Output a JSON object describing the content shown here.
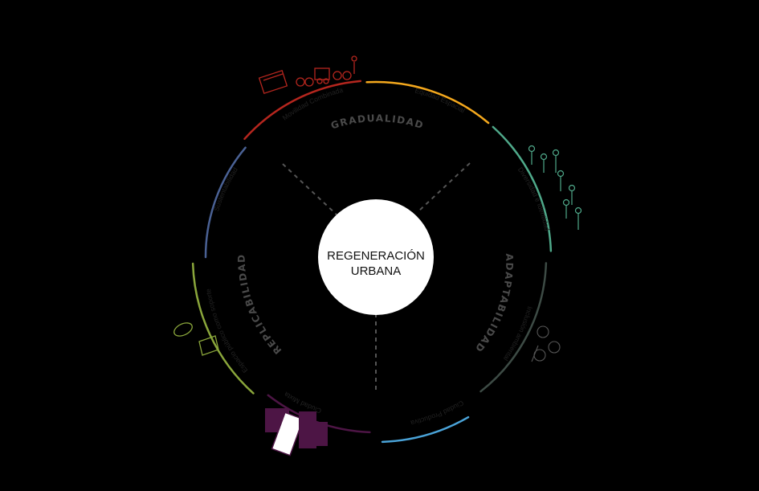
{
  "diagram": {
    "center": {
      "line1": "REGENERACIÓN",
      "line2": "URBANA"
    },
    "axes": [
      {
        "id": "gradualidad",
        "label": "GRADUALIDAD"
      },
      {
        "id": "adaptabilidad",
        "label": "ADAPTABILIDAD"
      },
      {
        "id": "replicabilidad",
        "label": "REPLICABILIDAD"
      }
    ],
    "segments": [
      {
        "id": "movilidad",
        "label": "Movilidad Combinada",
        "color": "#b5261e"
      },
      {
        "id": "equidad",
        "label": "Equidad Espacial",
        "color": "#f4a81d"
      },
      {
        "id": "diversidad",
        "label": "Diversidad e Identidad",
        "color": "#4fa98a"
      },
      {
        "id": "inclusion",
        "label": "Inclusión ambiental",
        "color": "#3d4b45"
      },
      {
        "id": "productiva",
        "label": "Ciudad Productiva",
        "color": "#4aa3d8"
      },
      {
        "id": "mixta",
        "label": "Ciudad Mixta",
        "color": "#4d1545"
      },
      {
        "id": "espacio",
        "label": "Espacio público como soporte",
        "color": "#8aa63b"
      },
      {
        "id": "sustentabilidad",
        "label": "Sustentabilidad",
        "color": "#4a6194"
      }
    ],
    "colors": {
      "background": "#000000",
      "disc": "#ffffff",
      "dashes": "#555555"
    }
  }
}
